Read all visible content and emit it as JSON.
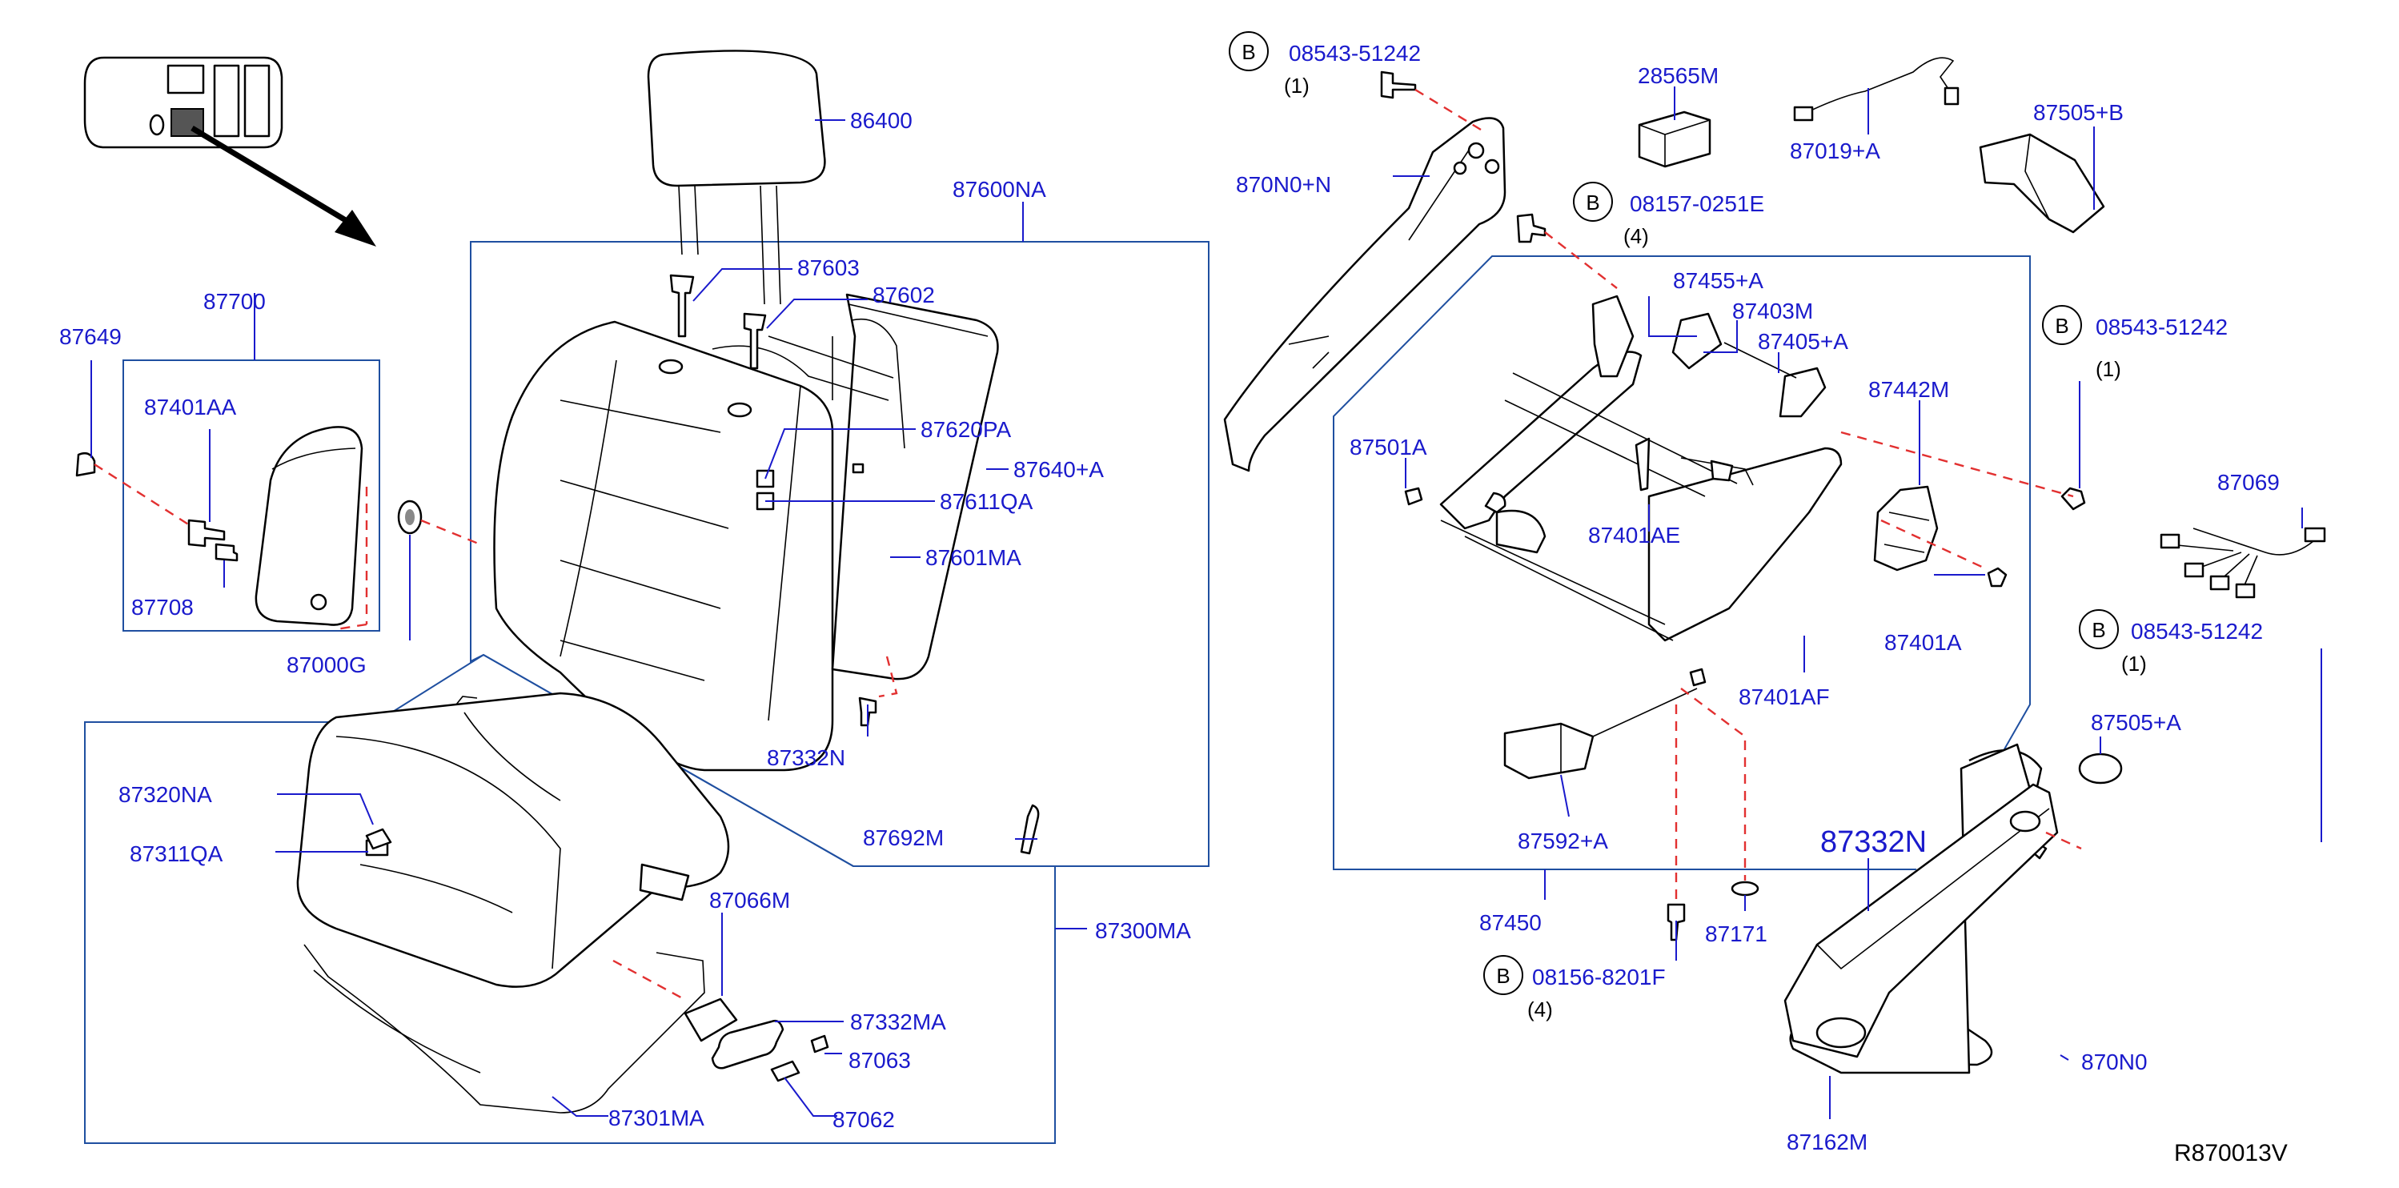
{
  "diagram_code": "R870013V",
  "colors": {
    "label": "#1a1acc",
    "frame": "#1f4fa0",
    "phantom_line": "#e23030",
    "ink": "#000000"
  },
  "bolt_circle_letter": "B",
  "labels": {
    "p86400": "86400",
    "p87600NA": "87600NA",
    "p87603": "87603",
    "p87602": "87602",
    "p87620PA": "87620PA",
    "p87640A": "87640+A",
    "p87611QA": "87611QA",
    "p87601MA": "87601MA",
    "p87332N_a": "87332N",
    "p87692M": "87692M",
    "p87700": "87700",
    "p87649": "87649",
    "p87401AA": "87401AA",
    "p87708": "87708",
    "p87000G": "87000G",
    "p87320NA": "87320NA",
    "p87311QA": "87311QA",
    "p87066M": "87066M",
    "p87332MA": "87332MA",
    "p87063": "87063",
    "p87062": "87062",
    "p87301MA": "87301MA",
    "p87300MA": "87300MA",
    "p870N0N": "870N0+N",
    "p28565M": "28565M",
    "p87019A": "87019+A",
    "p87505B": "87505+B",
    "p87455A": "87455+A",
    "p87403M": "87403M",
    "p87405A": "87405+A",
    "p87442M": "87442M",
    "p87501A": "87501A",
    "p87401AE": "87401AE",
    "p87401A": "87401A",
    "p87401AF": "87401AF",
    "p87592A": "87592+A",
    "p87450": "87450",
    "p87171": "87171",
    "p87069": "87069",
    "p87505A": "87505+A",
    "p87332N_b": "87332N",
    "p870N0": "870N0",
    "p87162M": "87162M"
  },
  "bolts": [
    {
      "code": "08543-51242",
      "qty": "(1)"
    },
    {
      "code": "08157-0251E",
      "qty": "(4)"
    },
    {
      "code": "08543-51242",
      "qty": "(1)"
    },
    {
      "code": "08543-51242",
      "qty": "(1)"
    },
    {
      "code": "08156-8201F",
      "qty": "(4)"
    }
  ]
}
